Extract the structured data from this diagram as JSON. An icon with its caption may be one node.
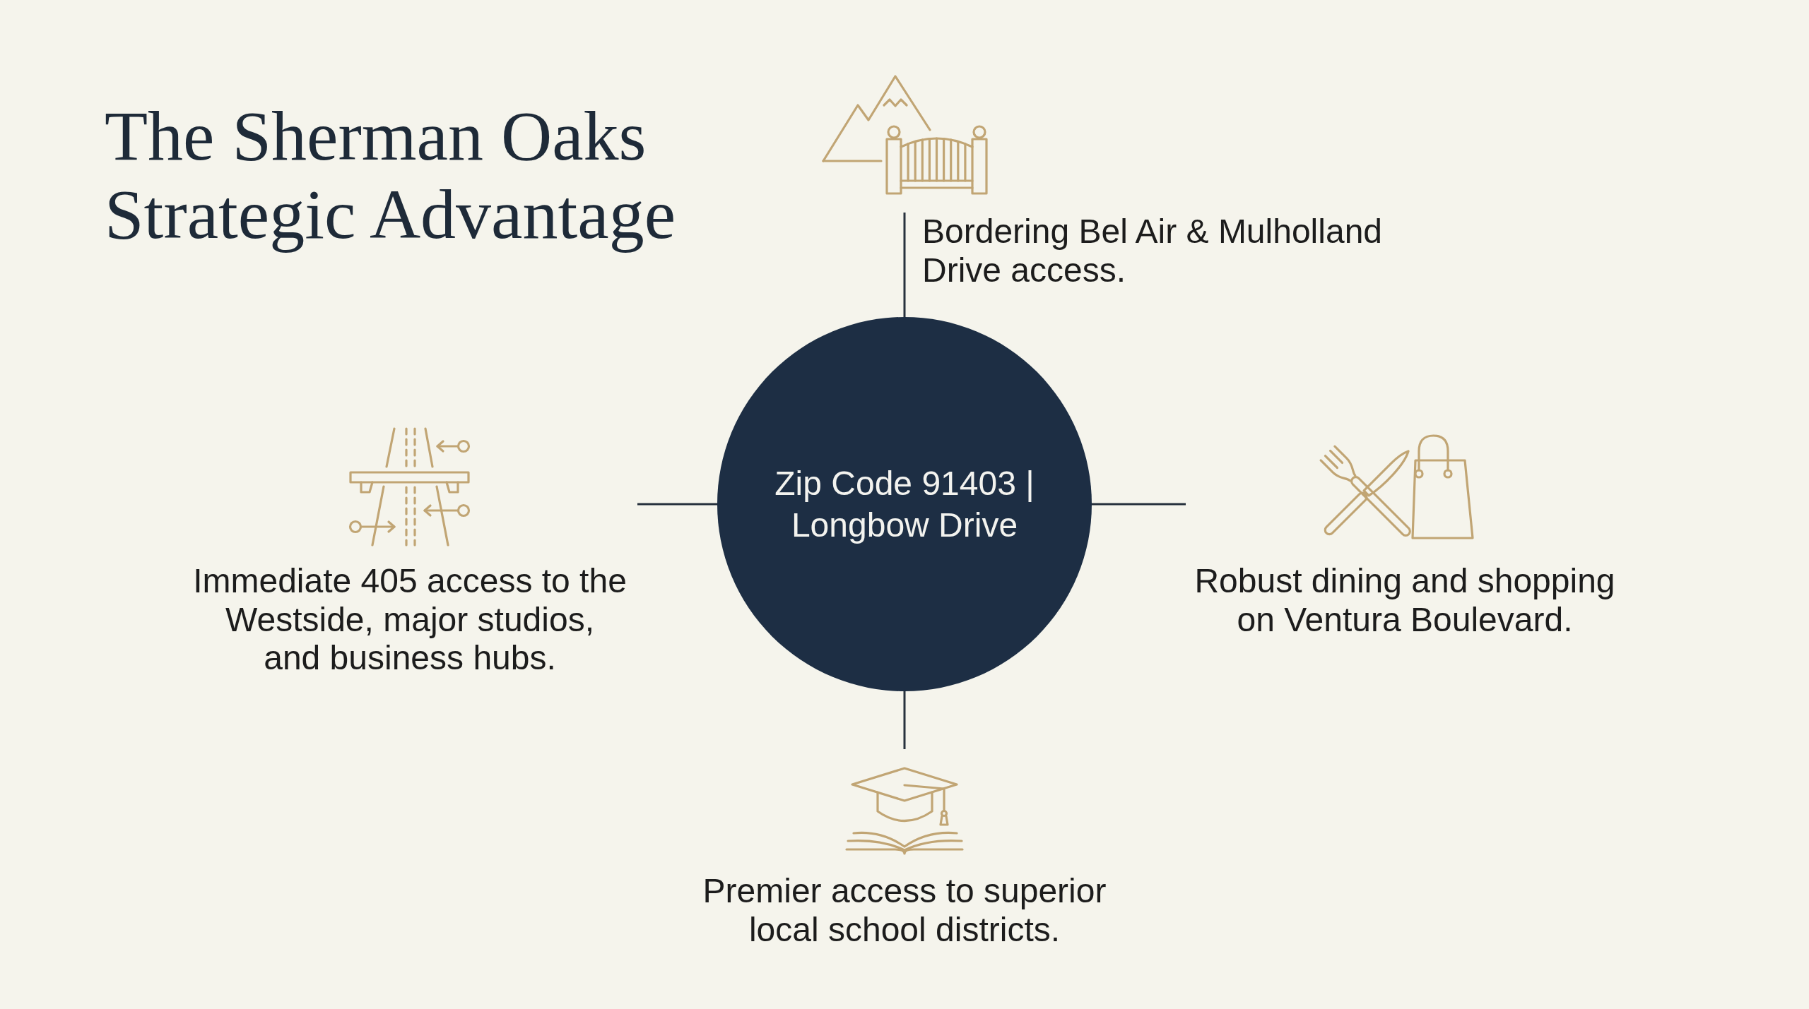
{
  "diagram": {
    "title": "The Sherman Oaks Strategic Advantage",
    "nodes": [
      {
        "text": [
          "Bordering Bel Air & Mulholland Drive access."
        ]
      },
      {
        "text": [
          "Immediate 405 access to the Westside, major studios, and business hubs."
        ]
      },
      {
        "text": [
          "Zip Code 91403 | Longbow Drive"
        ]
      },
      {
        "text": [
          "Robust dining and shopping on Ventura Boulevard."
        ]
      },
      {
        "text": [
          "Premier access to superior local school districts."
        ]
      }
    ],
    "edges": [
      {
        "from": 2,
        "to": 0,
        "arrow": "none"
      },
      {
        "from": 2,
        "to": 1,
        "arrow": "none"
      },
      {
        "from": 2,
        "to": 3,
        "arrow": "none"
      },
      {
        "from": 2,
        "to": 4,
        "arrow": "none"
      }
    ]
  }
}
